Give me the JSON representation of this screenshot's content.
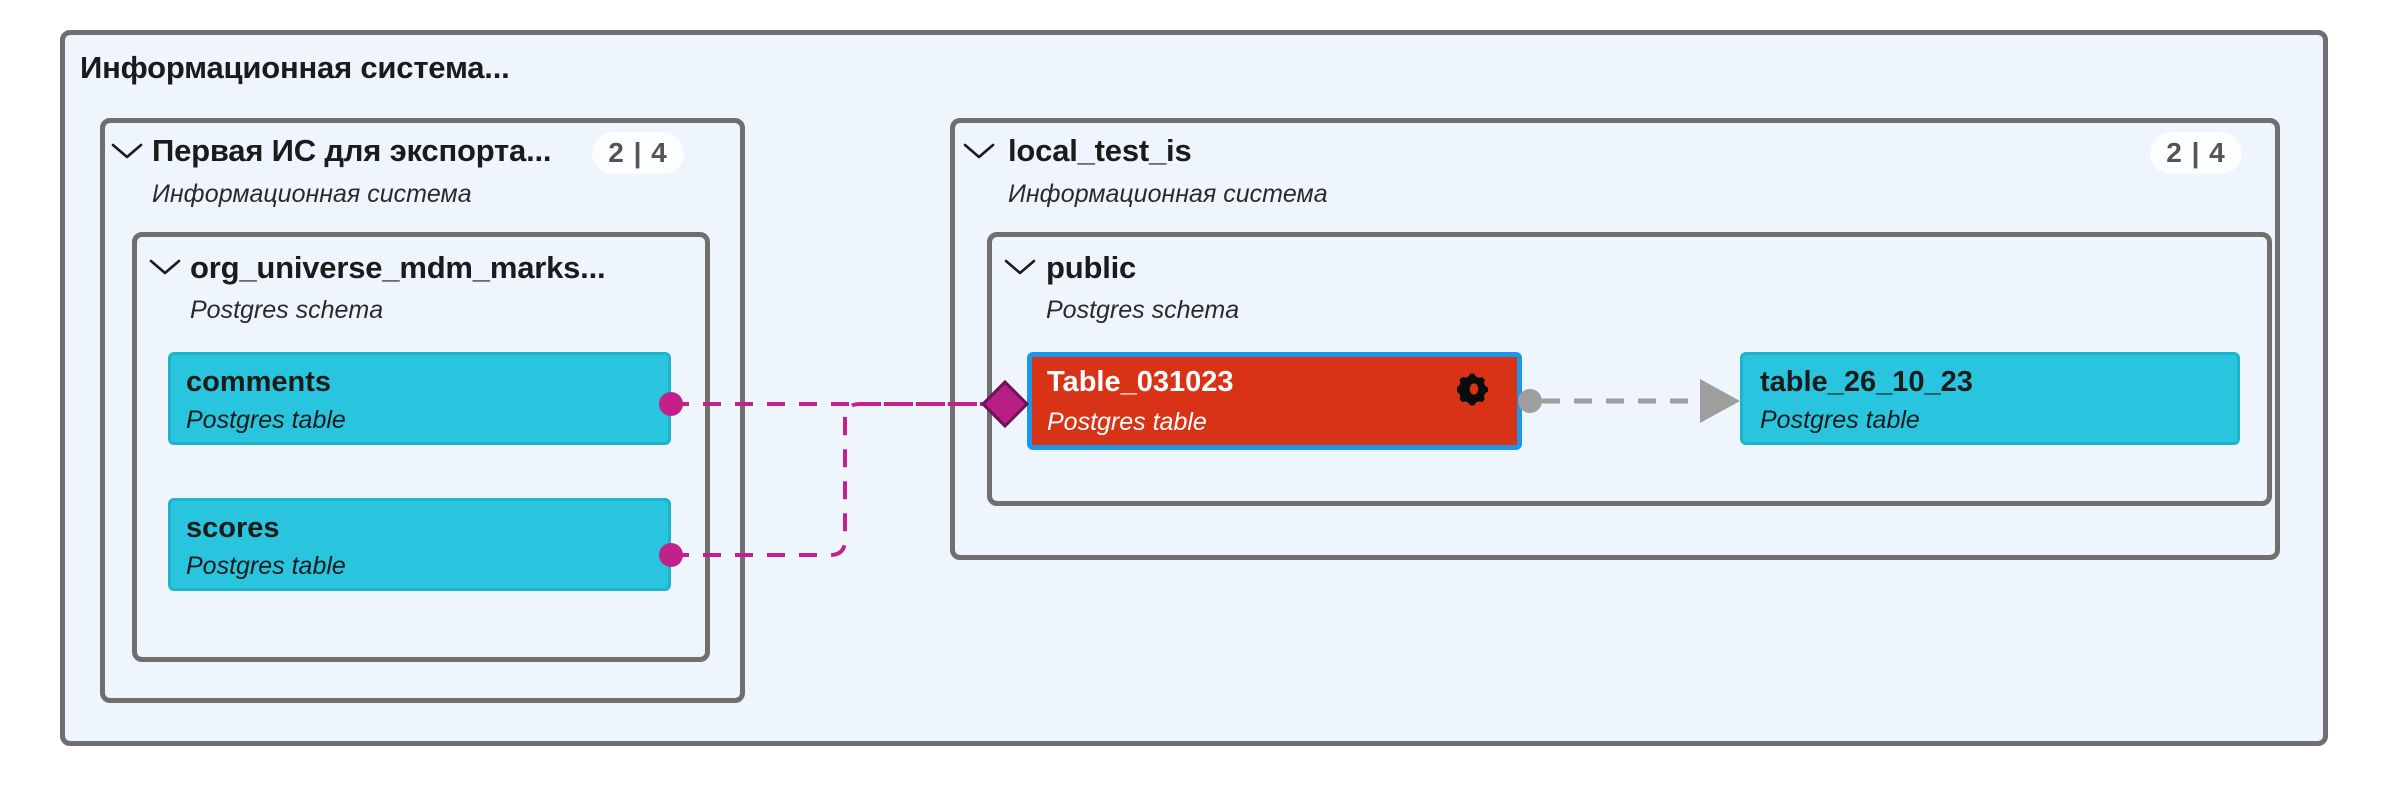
{
  "diagram": {
    "type": "data-lineage-graph",
    "background": "#ffffff",
    "panel_fill": "#eef5fd",
    "panel_border": "#6f6f6f"
  },
  "root": {
    "title": "Информационная система...",
    "kind_label": ""
  },
  "systems": [
    {
      "id": "system-left",
      "name": "Первая ИС для экспорта...",
      "type_label": "Информационная система",
      "badge": "2 | 4",
      "expanded": true,
      "chevron": "chevron-down-icon",
      "schemas": [
        {
          "id": "schema-org-universe",
          "name": "org_universe_mdm_marks...",
          "type_label": "Postgres schema",
          "expanded": true,
          "chevron": "chevron-down-icon",
          "tables": [
            {
              "id": "table-comments",
              "name": "comments",
              "type_label": "Postgres table",
              "style": "cyan",
              "fill": "#29c4dd",
              "selected": false,
              "has_gear": false
            },
            {
              "id": "table-scores",
              "name": "scores",
              "type_label": "Postgres table",
              "style": "cyan",
              "fill": "#29c4dd",
              "selected": false,
              "has_gear": false
            }
          ]
        }
      ]
    },
    {
      "id": "system-right",
      "name": "local_test_is",
      "type_label": "Информационная система",
      "badge": "2 | 4",
      "expanded": true,
      "chevron": "chevron-down-icon",
      "schemas": [
        {
          "id": "schema-public",
          "name": "public",
          "type_label": "Postgres schema",
          "expanded": true,
          "chevron": "chevron-down-icon",
          "tables": [
            {
              "id": "table-031023",
              "name": "Table_031023",
              "type_label": "Postgres table",
              "style": "red",
              "fill": "#d93317",
              "selected": true,
              "selection_border": "#1c97e8",
              "has_gear": true,
              "gear_icon": "gear-icon"
            },
            {
              "id": "table-26-10-23",
              "name": "table_26_10_23",
              "type_label": "Postgres table",
              "style": "cyan",
              "fill": "#29c4dd",
              "selected": false,
              "has_gear": false
            }
          ]
        }
      ]
    }
  ],
  "edges": [
    {
      "id": "edge-comments-to-table031023",
      "from": "table-comments",
      "to": "table-031023",
      "color": "#c2208a",
      "style": "dashed",
      "source_marker": "filled-circle",
      "target_marker": "diamond"
    },
    {
      "id": "edge-scores-to-table031023",
      "from": "table-scores",
      "to": "table-031023",
      "color": "#c2208a",
      "style": "dashed",
      "source_marker": "filled-circle",
      "target_marker": "diamond"
    },
    {
      "id": "edge-table031023-to-table261023",
      "from": "table-031023",
      "to": "table-26-10-23",
      "color": "#9e9e9e",
      "style": "dashed",
      "source_marker": "filled-circle",
      "target_marker": "arrow"
    }
  ]
}
